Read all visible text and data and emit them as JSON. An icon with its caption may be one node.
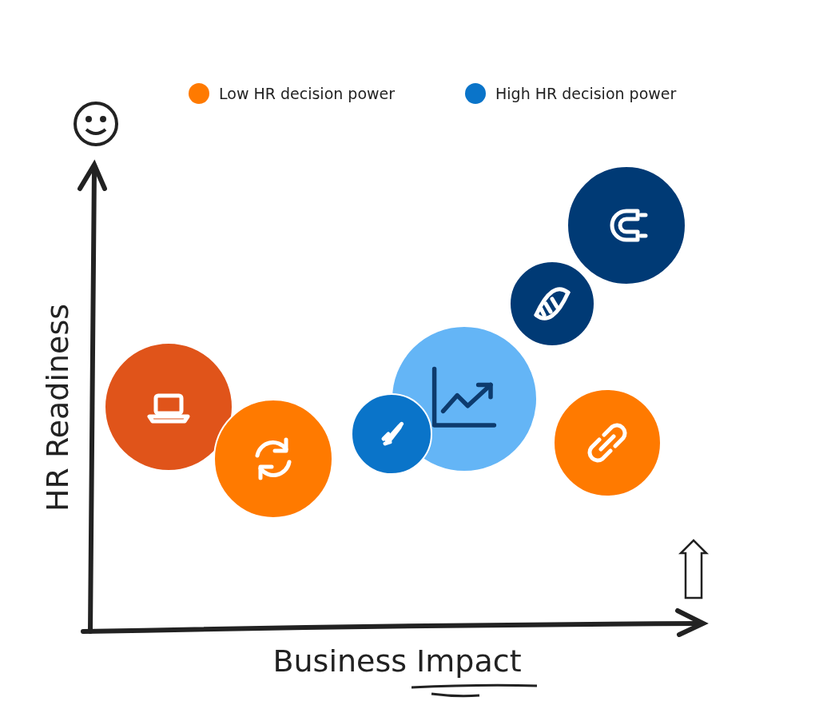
{
  "diagram": {
    "labels": [
      "HR Readiness",
      "Business Impact"
    ],
    "legend": [
      {
        "text": "Low HR decision power",
        "color": "#ff7a00"
      },
      {
        "text": "High HR decision power",
        "color": "#0a74c9"
      }
    ]
  }
}
